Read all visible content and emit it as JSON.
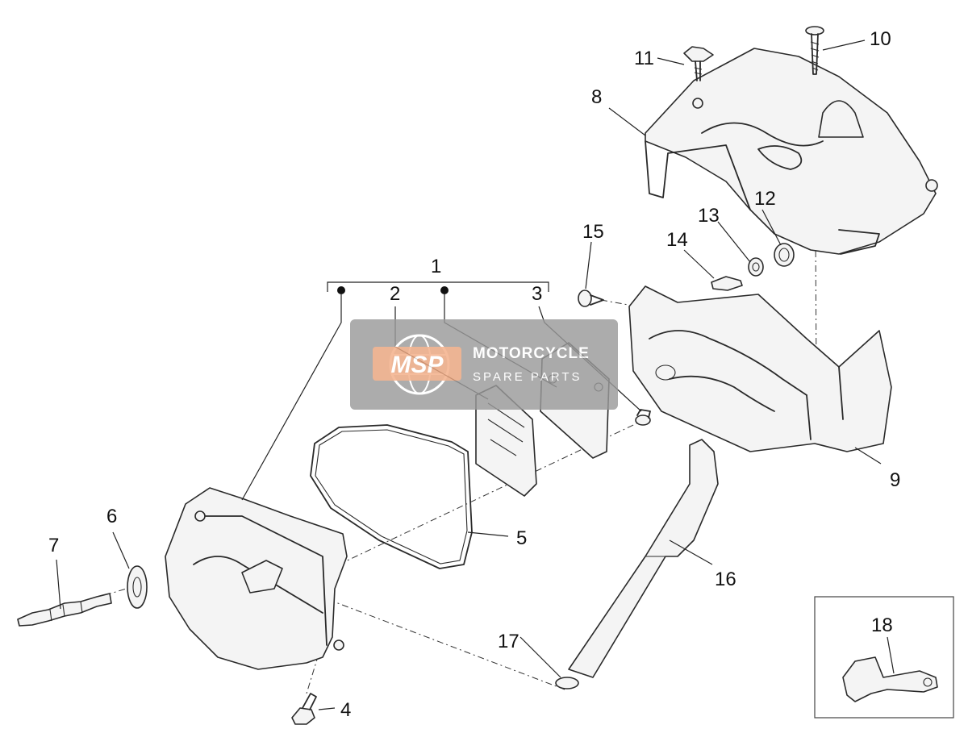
{
  "diagram": {
    "callouts": [
      "1",
      "2",
      "3",
      "4",
      "5",
      "6",
      "7",
      "8",
      "9",
      "10",
      "11",
      "12",
      "13",
      "14",
      "15",
      "16",
      "17",
      "18"
    ]
  },
  "watermark": {
    "logo": "MSP",
    "line1": "MOTORCYCLE",
    "line2": "SPARE PARTS",
    "colors": {
      "badge": "#9a9a9a",
      "logo_box": "#f2a57a"
    }
  }
}
